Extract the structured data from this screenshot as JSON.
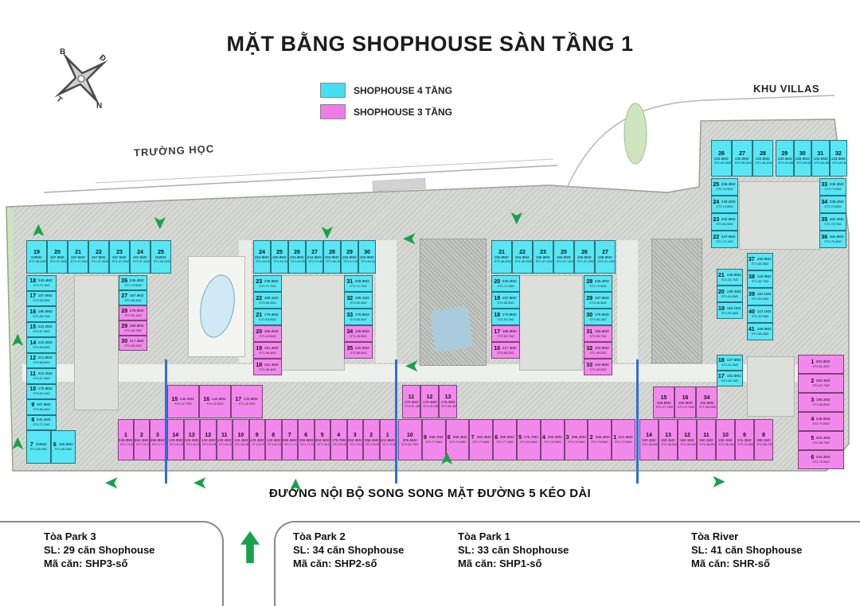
{
  "title": "MẶT BẰNG SHOPHOUSE SÀN TẦNG 1",
  "legend": [
    {
      "label": "SHOPHOUSE 4 TẦNG",
      "color": "#45dff2"
    },
    {
      "label": "SHOPHOUSE 3 TẦNG",
      "color": "#f07be8"
    }
  ],
  "labels": {
    "school": "TRƯỜNG HỌC",
    "villas": "KHU VILLAS",
    "road": "ĐƯỜNG NỘI BỘ SONG SONG MẶT ĐƯỜNG 5 KÉO DÀI"
  },
  "compass": {
    "n": "B",
    "e": "Đ",
    "w": "T",
    "s": "N"
  },
  "towers": [
    {
      "name": "Tòa Park 3",
      "sl": "SL: 29 căn Shophouse",
      "code": "Mã căn: SHP3-số"
    },
    {
      "name": "Tòa Park 2",
      "sl": "SL: 34 căn Shophouse",
      "code": "Mã căn: SHP2-số"
    },
    {
      "name": "Tòa Park 1",
      "sl": "SL: 33 căn Shophouse",
      "code": "Mã căn: SHP1-số"
    },
    {
      "name": "Tòa River",
      "sl": "SL: 41 căn Shophouse",
      "code": "Mã căn: SHR-số"
    }
  ],
  "clusters": {
    "p3_top": {
      "t": 4,
      "u": [
        [
          19,
          "150M2",
          "ST1:45.0M2"
        ],
        [
          20,
          "157.5M2",
          "ST1:47.3M2"
        ],
        [
          21,
          "157.5M2",
          "ST1:47.3M2"
        ],
        [
          22,
          "157.5M2",
          "ST1:47.3M2"
        ],
        [
          23,
          "157.5M2",
          "ST1:47.3M2"
        ],
        [
          24,
          "157.5M2",
          "ST1:47.3M2"
        ],
        [
          25,
          "150M2",
          "ST1:45.0M2"
        ]
      ]
    },
    "p3_left": {
      "t": 4,
      "u": [
        [
          18,
          "240.4M2",
          "ST1:72.1M2"
        ],
        [
          17,
          "187.6M2",
          "ST1:56.3M2"
        ],
        [
          16,
          "185.6M2",
          "ST1:55.7M2"
        ],
        [
          15,
          "224.2M2",
          "ST1:67.3M2"
        ],
        [
          14,
          "219.2M2",
          "ST1:65.8M2"
        ],
        [
          12,
          "221.9M2",
          "ST1:66.6M2"
        ],
        [
          11,
          "224.2M2",
          "ST1:67.3M2"
        ],
        [
          10,
          "176.9M2",
          "ST1:53.1M2"
        ],
        [
          9,
          "187.9M2",
          "ST1:56.4M2"
        ],
        [
          8,
          "240.4M2",
          "ST1:72.1M2"
        ]
      ]
    },
    "p3_bottom": {
      "t": 4,
      "u": [
        [
          7,
          "150M2",
          "ST1:45.0M2"
        ],
        [
          6,
          "159.9M2",
          "ST1:48.0M2"
        ]
      ]
    },
    "p3_mid": {
      "t": 3,
      "u": [
        [
          26,
          "245.4M2",
          "ST1:73.6M2",
          4
        ],
        [
          27,
          "187.6M2",
          "ST1:56.3M2",
          4
        ],
        [
          28,
          "176.9M2",
          "ST1:53.1M2"
        ],
        [
          29,
          "165.6M2",
          "ST1:49.7M2"
        ],
        [
          30,
          "217.3M2",
          "ST1:65.2M2"
        ]
      ]
    },
    "p2_top": {
      "t": 4,
      "u": [
        [
          24,
          "153.9M2",
          "ST1:46.2M2"
        ],
        [
          25,
          "150.9M2",
          "ST1:45.3M2"
        ],
        [
          26,
          "153.9M2",
          "ST1:46.2M2"
        ],
        [
          27,
          "244.8M2",
          "ST1:73.4M2"
        ],
        [
          28,
          "153.9M2",
          "ST1:46.2M2"
        ],
        [
          29,
          "156.9M2",
          "ST1:47.1M2"
        ],
        [
          30,
          "153.9M2",
          "ST1:46.2M2"
        ]
      ]
    },
    "p2_left": {
      "t": 4,
      "u": [
        [
          23,
          "238.9M2",
          "ST1:71.7M2"
        ],
        [
          22,
          "188.1M2",
          "ST1:56.4M2"
        ],
        [
          21,
          "176.6M2",
          "ST1:53.0M2"
        ],
        [
          20,
          "165.0M2",
          "ST1:49.5M2",
          3
        ],
        [
          19,
          "161.3M2",
          "ST1:48.4M2",
          3
        ],
        [
          18,
          "161.3M2",
          "ST1:48.4M2",
          3
        ]
      ]
    },
    "p2_right": {
      "t": 4,
      "u": [
        [
          31,
          "238.9M2",
          "ST1:71.7M2"
        ],
        [
          32,
          "188.1M2",
          "ST1:56.4M2"
        ],
        [
          33,
          "176.5M2",
          "ST1:53.0M2"
        ],
        [
          34,
          "165.0M2",
          "ST1:49.5M2",
          3
        ],
        [
          35,
          "220.0M2",
          "ST1:66.0M2",
          3
        ]
      ]
    },
    "p1_top": {
      "t": 4,
      "u": [
        [
          21,
          "153.9M2",
          "ST1:46.2M2"
        ],
        [
          22,
          "153.9M2",
          "ST1:46.2M2"
        ],
        [
          23,
          "156.9M2",
          "ST1:47.1M2"
        ],
        [
          25,
          "156.9M2",
          "ST1:47.1M2"
        ],
        [
          26,
          "156.9M2",
          "ST1:47.1M2"
        ],
        [
          27,
          "156.9M2",
          "ST1:47.1M2"
        ]
      ]
    },
    "p1_left": {
      "t": 4,
      "u": [
        [
          20,
          "240.4M2",
          "ST1:72.1M2"
        ],
        [
          19,
          "187.6M2",
          "ST1:56.3M2"
        ],
        [
          18,
          "176.9M2",
          "ST1:53.1M2"
        ],
        [
          17,
          "185.6M2",
          "ST1:55.7M2",
          3
        ],
        [
          16,
          "217.3M2",
          "ST1:65.2M2",
          3
        ]
      ]
    },
    "p1_right": {
      "t": 4,
      "u": [
        [
          28,
          "246.4M2",
          "ST1:73.9M2"
        ],
        [
          29,
          "187.6M2",
          "ST1:56.3M2"
        ],
        [
          30,
          "176.9M2",
          "ST1:53.1M2"
        ],
        [
          31,
          "185.6M2",
          "ST1:55.7M2",
          3
        ],
        [
          32,
          "163.9M2",
          "ST1:49.2M2",
          3
        ],
        [
          33,
          "163.9M2",
          "ST1:49.2M2",
          3
        ]
      ]
    },
    "rv_topA": {
      "t": 4,
      "u": [
        [
          26,
          "134.5M2",
          "ST1:40.4M2"
        ],
        [
          27,
          "130.0M2",
          "ST1:39.0M2"
        ],
        [
          28,
          "134.5M2",
          "ST1:40.4M2"
        ]
      ]
    },
    "rv_topB": {
      "t": 4,
      "u": [
        [
          29,
          "134.5M2",
          "ST1:40.4M2"
        ],
        [
          30,
          "130.0M2",
          "ST1:39.0M2"
        ],
        [
          31,
          "134.5M2",
          "ST1:40.4M2"
        ],
        [
          32,
          "134.5M2",
          "ST1:40.4M2"
        ]
      ]
    },
    "rv_leftcol": {
      "t": 4,
      "u": [
        [
          25,
          "246.3M2",
          "ST1:73.9M2"
        ],
        [
          24,
          "249.2M2",
          "ST1:74.8M2"
        ],
        [
          23,
          "202.9M2",
          "ST1:60.9M2"
        ],
        [
          22,
          "247.0M2",
          "ST1:74.1M2"
        ]
      ]
    },
    "rv_rightcol": {
      "t": 4,
      "u": [
        [
          33,
          "246.3M2",
          "ST1:73.9M2"
        ],
        [
          34,
          "249.2M2",
          "ST1:74.8M2"
        ],
        [
          35,
          "262.4M2",
          "ST1:78.7M2"
        ],
        [
          36,
          "264.8M2",
          "ST1:79.4M2"
        ]
      ]
    },
    "rv_mid1": {
      "t": 4,
      "u": [
        [
          21,
          "145.6M2",
          "ST1:43.7M2"
        ],
        [
          20,
          "149.2M2",
          "ST1:44.8M2"
        ],
        [
          19,
          "118.1M2",
          "ST1:35.4M2"
        ]
      ]
    },
    "rv_mid2": {
      "t": 4,
      "u": [
        [
          37,
          "150.9M2",
          "ST1:45.3M2"
        ],
        [
          38,
          "118.9M2",
          "ST1:35.7M2"
        ],
        [
          39,
          "110.1M2",
          "ST1:33.0M2"
        ],
        [
          40,
          "113.1M2",
          "ST1:33.9M2"
        ],
        [
          41,
          "159.9M2",
          "ST1:48.0M2"
        ]
      ]
    },
    "rv_pair": {
      "t": 4,
      "u": [
        [
          18,
          "137.6M2",
          "ST1:41.3M2"
        ],
        [
          17,
          "153.6M2",
          "ST1:46.1M2"
        ]
      ]
    },
    "rv_farright": {
      "t": 3,
      "u": [
        [
          1,
          "204.8M2",
          "ST1:61.4M2"
        ],
        [
          2,
          "292.3M2",
          "ST1:87.7M2"
        ],
        [
          3,
          "189.2M2",
          "ST1:56.8M2"
        ],
        [
          4,
          "246.6M2",
          "ST1:74.0M2"
        ],
        [
          5,
          "322.3M2",
          "ST1:96.7M2"
        ],
        [
          6,
          "243.3M2",
          "ST1:73.0M2"
        ]
      ]
    },
    "strip_p3": {
      "t": 3,
      "u": [
        [
          1,
          "246.0M2",
          "ST1:73.8M2"
        ],
        [
          2,
          "263.1M2",
          "ST1:78.9M2"
        ],
        [
          3,
          "258.9M2",
          "ST1:77.7M2"
        ]
      ]
    },
    "p2_upper": {
      "t": 3,
      "u": [
        [
          15,
          "142.4M2",
          "ST1:42.7M2"
        ],
        [
          16,
          "142.6M2",
          "ST1:42.8M2"
        ],
        [
          17,
          "142.9M2",
          "ST1:42.9M2"
        ]
      ]
    },
    "strip_p2": {
      "t": 3,
      "u": [
        [
          14,
          "133.3M2",
          "ST1:40.0M2"
        ],
        [
          13,
          "133.4M2",
          "ST1:40.0M2"
        ],
        [
          12,
          "133.4M2",
          "ST1:40.0M2"
        ],
        [
          11,
          "133.4M2",
          "ST1:40.0M2"
        ],
        [
          10,
          "134.4M2",
          "ST1:40.3M2"
        ],
        [
          9,
          "133.4M2",
          "ST1:40.0M2"
        ],
        [
          8,
          "133.6M2",
          "ST1:40.1M2"
        ],
        [
          7,
          "256.9M2",
          "ST1:77.1M2"
        ],
        [
          6,
          "256.9M2",
          "ST1:77.1M2"
        ],
        [
          5,
          "253.3M2",
          "ST1:76.0M2"
        ],
        [
          4,
          "176.7M2",
          "ST1:53.0M2"
        ],
        [
          3,
          "253.3M2",
          "ST1:76.0M2"
        ],
        [
          2,
          "256.2M2",
          "ST1:76.9M2"
        ],
        [
          1,
          "241.6M2",
          "ST1:72.5M2"
        ]
      ]
    },
    "p1_upper": {
      "t": 3,
      "u": [
        [
          11,
          "170.4M2",
          "ST1:51.1M2"
        ],
        [
          12,
          "170.4M2",
          "ST1:51.1M2"
        ],
        [
          13,
          "170.4M2",
          "ST1:51.1M2"
        ]
      ]
    },
    "strip_p1": {
      "t": 3,
      "u": [
        [
          10,
          "205.6M2",
          "ST1:61.7M2"
        ],
        [
          9,
          "258.7M2",
          "ST1:77.6M2"
        ],
        [
          8,
          "256.3M2",
          "ST1:76.9M2"
        ],
        [
          7,
          "263.3M2",
          "ST1:79.0M2"
        ],
        [
          6,
          "256.9M2",
          "ST1:77.1M2"
        ],
        [
          5,
          "176.7M2",
          "ST1:53.0M2"
        ],
        [
          4,
          "253.3M2",
          "ST1:76.0M2"
        ],
        [
          3,
          "256.2M2",
          "ST1:76.9M2"
        ],
        [
          2,
          "256.2M2",
          "ST1:76.9M2"
        ],
        [
          1,
          "241.6M2",
          "ST1:72.5M2"
        ]
      ]
    },
    "rv_upper": {
      "t": 3,
      "u": [
        [
          15,
          "156.9M2",
          "ST1:47.1M2"
        ],
        [
          16,
          "156.9M2",
          "ST1:47.1M2"
        ],
        [
          34,
          "152.6M2",
          "ST1:45.8M2"
        ]
      ]
    },
    "strip_rv": {
      "t": 3,
      "u": [
        [
          14,
          "150.1M2",
          "ST1:45.0M2"
        ],
        [
          13,
          "150.1M2",
          "ST1:45.0M2"
        ],
        [
          12,
          "150.1M2",
          "ST1:45.0M2"
        ],
        [
          11,
          "150.1M2",
          "ST1:45.0M2"
        ],
        [
          10,
          "150.1M2",
          "ST1:45.0M2"
        ],
        [
          9,
          "241.2M2",
          "ST1:72.4M2"
        ],
        [
          8,
          "189.1M2",
          "ST1:56.7M2"
        ]
      ]
    }
  },
  "arrows": [
    [
      40,
      280,
      -90
    ],
    [
      14,
      418,
      -90
    ],
    [
      14,
      548,
      -90
    ],
    [
      192,
      270,
      90
    ],
    [
      402,
      282,
      90
    ],
    [
      506,
      290,
      180
    ],
    [
      640,
      264,
      90
    ],
    [
      553,
      567,
      -90
    ],
    [
      509,
      450,
      180
    ],
    [
      132,
      597,
      180
    ],
    [
      243,
      597,
      180
    ],
    [
      363,
      600,
      -90
    ],
    [
      894,
      596,
      0
    ]
  ]
}
